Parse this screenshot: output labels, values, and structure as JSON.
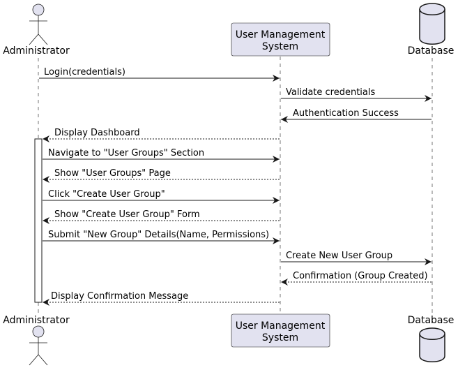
{
  "participants": {
    "admin": {
      "label": "Administrator",
      "kind": "actor"
    },
    "system": {
      "label_line1": "User Management",
      "label_line2": "System",
      "kind": "participant"
    },
    "database": {
      "label": "Database",
      "kind": "database"
    }
  },
  "messages": [
    {
      "from": "admin",
      "to": "system",
      "text": "Login(credentials)",
      "style": "solid"
    },
    {
      "from": "system",
      "to": "database",
      "text": "Validate credentials",
      "style": "solid"
    },
    {
      "from": "database",
      "to": "system",
      "text": "Authentication Success",
      "style": "solid"
    },
    {
      "from": "system",
      "to": "admin",
      "text": "Display Dashboard",
      "style": "dashed"
    },
    {
      "from": "admin",
      "to": "system",
      "text": "Navigate to \"User Groups\" Section",
      "style": "solid"
    },
    {
      "from": "system",
      "to": "admin",
      "text": "Show \"User Groups\" Page",
      "style": "dashed"
    },
    {
      "from": "admin",
      "to": "system",
      "text": "Click \"Create User Group\"",
      "style": "solid"
    },
    {
      "from": "system",
      "to": "admin",
      "text": "Show \"Create User Group\" Form",
      "style": "dashed"
    },
    {
      "from": "admin",
      "to": "system",
      "text": "Submit \"New Group\" Details(Name, Permissions)",
      "style": "solid"
    },
    {
      "from": "system",
      "to": "database",
      "text": "Create New User Group",
      "style": "solid"
    },
    {
      "from": "database",
      "to": "system",
      "text": "Confirmation (Group Created)",
      "style": "dashed"
    },
    {
      "from": "system",
      "to": "admin",
      "text": "Display Confirmation Message",
      "style": "dashed"
    }
  ],
  "colors": {
    "participant_fill": "#E2E2F0",
    "line": "#181818"
  }
}
